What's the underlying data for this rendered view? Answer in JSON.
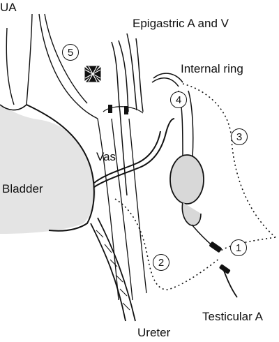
{
  "labels": {
    "ua": "UA",
    "epigastric": "Epigastric A and V",
    "internal_ring": "Internal ring",
    "vas": "Vas",
    "bladder": "Bladder",
    "ureter": "Ureter",
    "testicular": "Testicular A"
  },
  "markers": [
    "1",
    "2",
    "3",
    "4",
    "5"
  ],
  "colors": {
    "ink": "#111111",
    "bladder_fill": "#e4e4e4",
    "testis_fill": "#d8d8d8",
    "background": "#ffffff"
  },
  "icons": {
    "port_marker": "maltese-cross-icon",
    "clip": "surgical-clip-icon"
  }
}
